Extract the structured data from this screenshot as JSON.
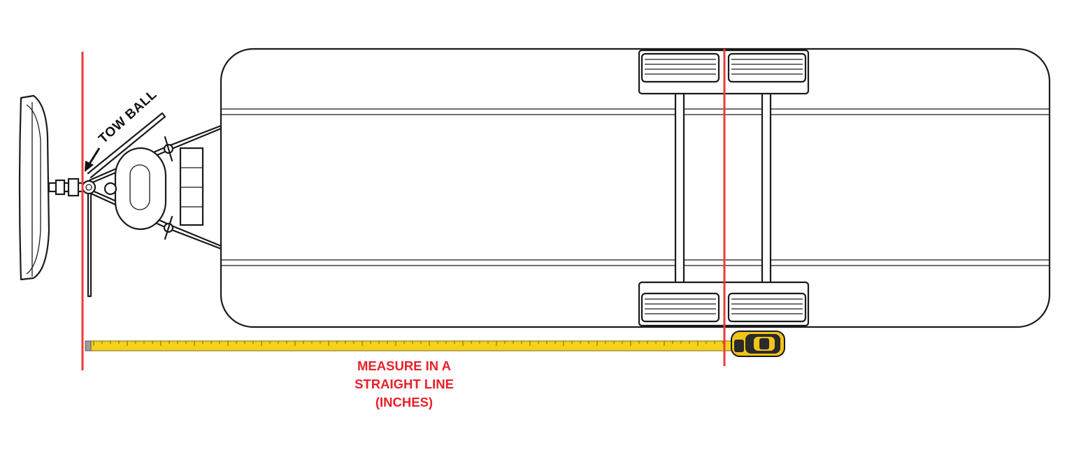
{
  "diagram": {
    "tow_ball_label": "TOW BALL",
    "instruction_lines": [
      "MEASURE IN A",
      "STRAIGHT LINE",
      "(INCHES)"
    ],
    "colors": {
      "marker": "#ec3b3b",
      "instruction_text": "#e8202a",
      "tape": "#f4d21c",
      "tape_case": "#f2c318",
      "outline": "#1a1a1a"
    },
    "icons": [
      "tow-vehicle-icon",
      "trailer-icon",
      "tape-measure-icon",
      "arrow-icon"
    ]
  }
}
